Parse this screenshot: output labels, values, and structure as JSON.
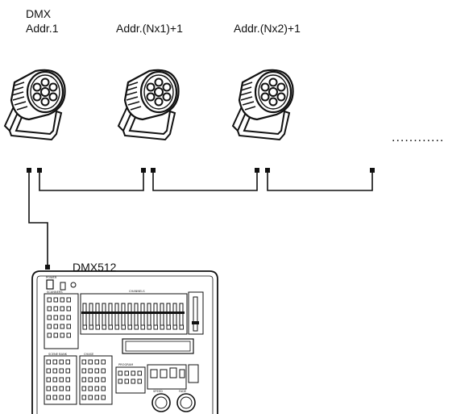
{
  "fixtures": [
    {
      "label_lines": [
        "DMX",
        "Addr.1"
      ],
      "icon": "par-light-icon"
    },
    {
      "label_lines": [
        "Addr.(Nx1)+1"
      ],
      "icon": "par-light-icon"
    },
    {
      "label_lines": [
        "Addr.(Nx2)+1"
      ],
      "icon": "par-light-icon"
    }
  ],
  "continuation": "............",
  "controller": {
    "label": "DMX512",
    "icon": "dmx-console-icon",
    "panel_text": {
      "power": "POWER",
      "scanners": "SCANNERS",
      "channels": "CHANNELS",
      "scene": "SCENE BANK",
      "chase": "CHASE",
      "program": "PROGRAM",
      "speed": "SPEED",
      "fade": "FADE"
    }
  },
  "colors": {
    "line": "#111111",
    "background": "#ffffff"
  }
}
